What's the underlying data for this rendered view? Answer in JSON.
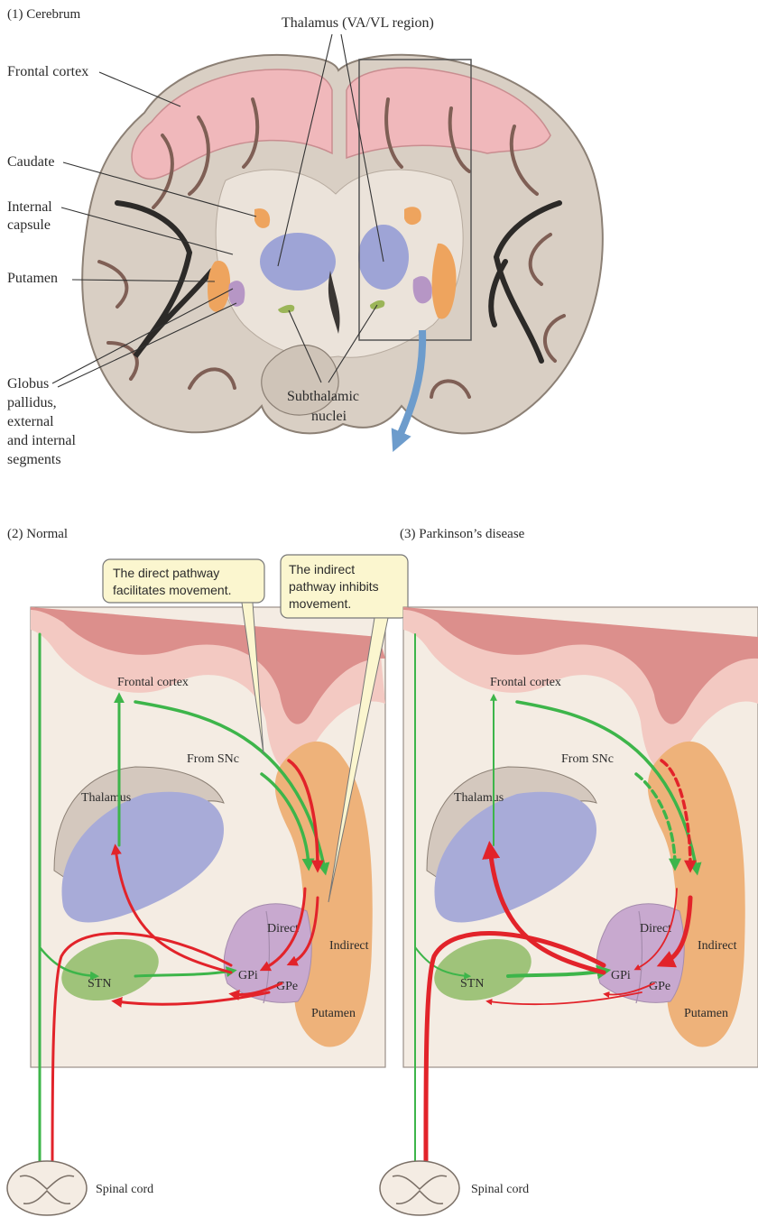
{
  "panel_titles": {
    "cerebrum": "(1) Cerebrum",
    "normal": "(2) Normal",
    "parkinsons": "(3) Parkinson’s disease"
  },
  "cerebrum_labels": {
    "thalamus": "Thalamus (VA/VL region)",
    "frontal_cortex": "Frontal cortex",
    "caudate": "Caudate",
    "internal_capsule": [
      "Internal",
      "capsule"
    ],
    "putamen": "Putamen",
    "globus_pallidus": [
      "Globus",
      "pallidus,",
      "external",
      "and internal",
      "segments"
    ],
    "subthalamic": [
      "Subthalamic",
      "nuclei"
    ]
  },
  "callouts": {
    "direct": [
      "The direct pathway",
      "facilitates movement."
    ],
    "indirect": [
      "The indirect",
      "pathway inhibits",
      "movement."
    ]
  },
  "circuit_labels": {
    "frontal_cortex": "Frontal cortex",
    "from_snc": "From SNc",
    "thalamus": "Thalamus",
    "direct": "Direct",
    "indirect": "Indirect",
    "gpi": "GPi",
    "gpe": "GPe",
    "stn": "STN",
    "putamen": "Putamen",
    "spinal_cord": "Spinal cord"
  },
  "colors": {
    "excitatory": "#3db54a",
    "inhibitory": "#e2232a",
    "cortex": "#e9a0a4",
    "thalamus": "#a8abd8",
    "putamen": "#eeb27a",
    "globus_pallidus": "#c8a9cf",
    "stn": "#9fc37a",
    "background_tissue": "#f4ece3"
  }
}
